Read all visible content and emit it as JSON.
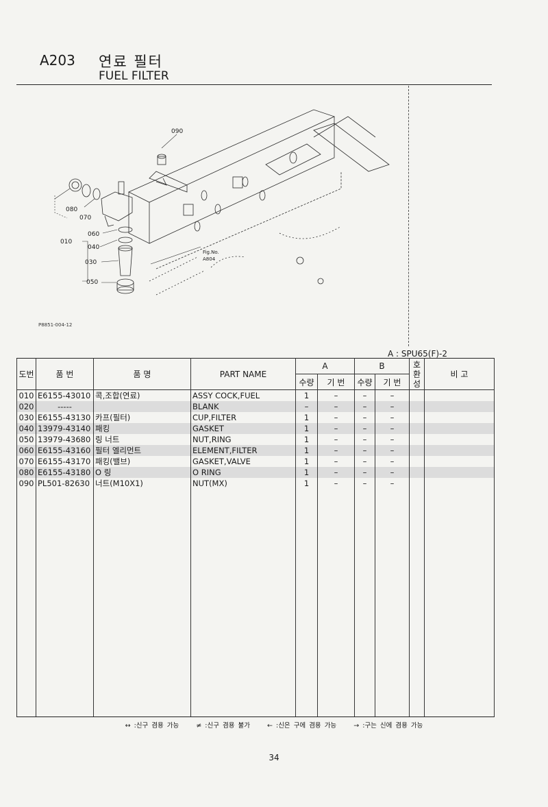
{
  "header": {
    "code": "A203",
    "title_ko": "연료 필터",
    "title_en": "FUEL FILTER"
  },
  "diagram": {
    "callouts": [
      "090",
      "080",
      "070",
      "060",
      "040",
      "030",
      "050",
      "010"
    ],
    "fig_ref_label": "Fig.No.",
    "fig_ref_code": "A804",
    "figure_code": "P8851-004-12"
  },
  "model_label": "A : SPU65(F)-2",
  "table": {
    "headers": {
      "no": "도번",
      "part_no": "품 번",
      "name_ko": "품 명",
      "name_en": "PART NAME",
      "group_a": "A",
      "group_b": "B",
      "qty": "수량",
      "code": "기 번",
      "interchange": "호환성",
      "remarks": "비 고"
    },
    "rows": [
      {
        "no": "010",
        "part_no": "E6155-43010",
        "name_ko": "콕,조합(연료)",
        "name_en": "ASSY COCK,FUEL",
        "a_qty": "1",
        "a_code": "–",
        "b_qty": "–",
        "b_code": "–",
        "shaded": false
      },
      {
        "no": "020",
        "part_no": "-----",
        "name_ko": "",
        "name_en": "BLANK",
        "a_qty": "–",
        "a_code": "–",
        "b_qty": "–",
        "b_code": "–",
        "shaded": true
      },
      {
        "no": "030",
        "part_no": "E6155-43130",
        "name_ko": "카프(필터)",
        "name_en": "CUP,FILTER",
        "a_qty": "1",
        "a_code": "–",
        "b_qty": "–",
        "b_code": "–",
        "shaded": false
      },
      {
        "no": "040",
        "part_no": "13979-43140",
        "name_ko": "패킹",
        "name_en": "GASKET",
        "a_qty": "1",
        "a_code": "–",
        "b_qty": "–",
        "b_code": "–",
        "shaded": true
      },
      {
        "no": "050",
        "part_no": "13979-43680",
        "name_ko": "링 너트",
        "name_en": "NUT,RING",
        "a_qty": "1",
        "a_code": "–",
        "b_qty": "–",
        "b_code": "–",
        "shaded": false
      },
      {
        "no": "060",
        "part_no": "E6155-43160",
        "name_ko": "필터 엘리먼트",
        "name_en": "ELEMENT,FILTER",
        "a_qty": "1",
        "a_code": "–",
        "b_qty": "–",
        "b_code": "–",
        "shaded": true
      },
      {
        "no": "070",
        "part_no": "E6155-43170",
        "name_ko": "패킹(밸브)",
        "name_en": "GASKET,VALVE",
        "a_qty": "1",
        "a_code": "–",
        "b_qty": "–",
        "b_code": "–",
        "shaded": false
      },
      {
        "no": "080",
        "part_no": "E6155-43180",
        "name_ko": "O 링",
        "name_en": "O RING",
        "a_qty": "1",
        "a_code": "–",
        "b_qty": "–",
        "b_code": "–",
        "shaded": true
      },
      {
        "no": "090",
        "part_no": "PL501-82630",
        "name_ko": "너트(M10X1)",
        "name_en": "NUT(MX)",
        "a_qty": "1",
        "a_code": "–",
        "b_qty": "–",
        "b_code": "–",
        "shaded": false
      }
    ]
  },
  "legend": [
    "↔ :신구 겸용 가능",
    "≠ :신구 겸용 불가",
    "← :신은 구에 겸용 가능",
    "→ :구는 신에 겸용 가능"
  ],
  "page_number": "34"
}
